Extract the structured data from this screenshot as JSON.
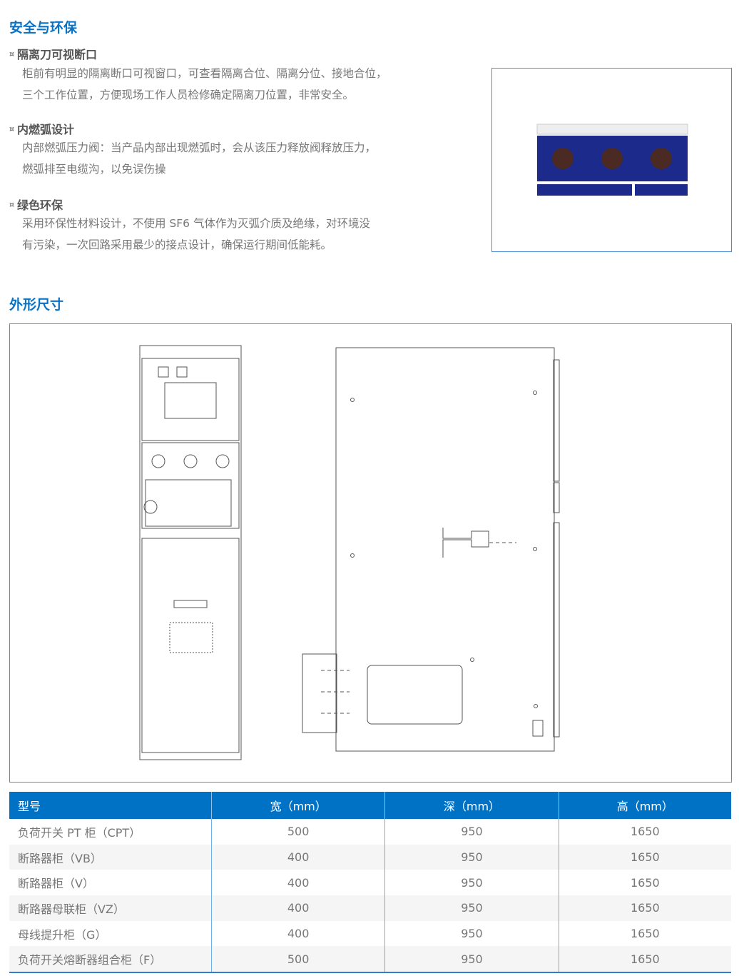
{
  "safety": {
    "title": "安全与环保",
    "bullet": "¤",
    "items": [
      {
        "title": "隔离刀可视断口",
        "lines": [
          "柜前有明显的隔离断口可视窗口，可查看隔离合位、隔离分位、接地合位，",
          "三个工作位置，方便现场工作人员检修确定隔离刀位置，非常安全。"
        ]
      },
      {
        "title": "内燃弧设计",
        "lines": [
          "内部燃弧压力阀：当产品内部出现燃弧时，会从该压力释放阀释放压力，",
          "燃弧排至电缆沟，以免误伤操"
        ]
      },
      {
        "title": "绿色环保",
        "lines": [
          "采用环保性材料设计，不使用 SF6 气体作为灭弧介质及绝缘，对环境没",
          "有污染，一次回路采用最少的接点设计，确保运行期间低能耗。"
        ]
      }
    ]
  },
  "dimensions": {
    "title": "外形尺寸",
    "headers": [
      "型号",
      "宽（mm）",
      "深（mm）",
      "高（mm）"
    ],
    "rows": [
      [
        "负荷开关 PT 柜（CPT）",
        "500",
        "950",
        "1650"
      ],
      [
        "断路器柜（VB）",
        "400",
        "950",
        "1650"
      ],
      [
        "断路器柜（V）",
        "400",
        "950",
        "1650"
      ],
      [
        "断路器母联柜（VZ）",
        "400",
        "950",
        "1650"
      ],
      [
        "母线提升柜（G）",
        "400",
        "950",
        "1650"
      ],
      [
        "负荷开关熔断器组合柜（F）",
        "500",
        "950",
        "1650"
      ]
    ]
  },
  "colors": {
    "accent": "#0072c6",
    "panel": "#1c2a8c"
  }
}
